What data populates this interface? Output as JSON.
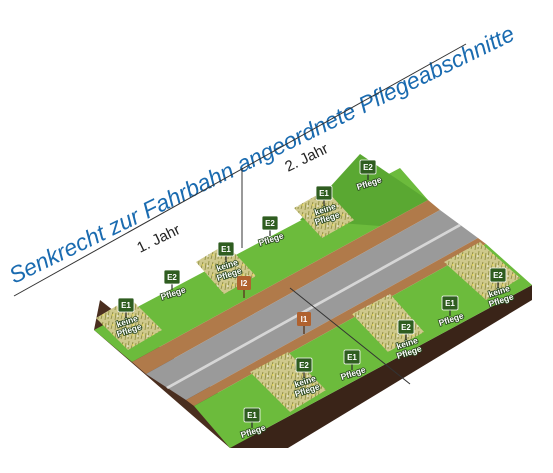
{
  "title": "Senkrecht zur Fahrbahn angeordnete Pflegeabschnitte",
  "year_labels": {
    "year1": "1. Jahr",
    "year2": "2. Jahr"
  },
  "road_markers": {
    "i1": "I1",
    "i2": "I2"
  },
  "sections": [
    {
      "tag": "E1",
      "line1": "keine",
      "line2": "Pflege"
    },
    {
      "tag": "E2",
      "line1": "Pflege",
      "line2": ""
    },
    {
      "tag": "E1",
      "line1": "keine",
      "line2": "Pflege"
    },
    {
      "tag": "E2",
      "line1": "Pflege",
      "line2": ""
    },
    {
      "tag": "E1",
      "line1": "keine",
      "line2": "Pflege"
    },
    {
      "tag": "E2",
      "line1": "Pflege",
      "line2": ""
    },
    {
      "tag": "E1",
      "line1": "Pflege",
      "line2": ""
    },
    {
      "tag": "E2",
      "line1": "keine",
      "line2": "Pflege"
    },
    {
      "tag": "E1",
      "line1": "Pflege",
      "line2": ""
    },
    {
      "tag": "E2",
      "line1": "keine",
      "line2": "Pflege"
    },
    {
      "tag": "E1",
      "line1": "Pflege",
      "line2": ""
    },
    {
      "tag": "E2",
      "line1": "keine",
      "line2": "Pflege"
    }
  ],
  "colors": {
    "grass": "#6cbb3c",
    "grass_dark": "#4e9a2a",
    "meadow": "#c9c485",
    "road": "#9a9a9a",
    "road_light": "#b5b5b5",
    "shoulder": "#b07a4a",
    "soil": "#4a2e1f",
    "sign": "#2f5d20",
    "title": "#1a6bb0"
  }
}
